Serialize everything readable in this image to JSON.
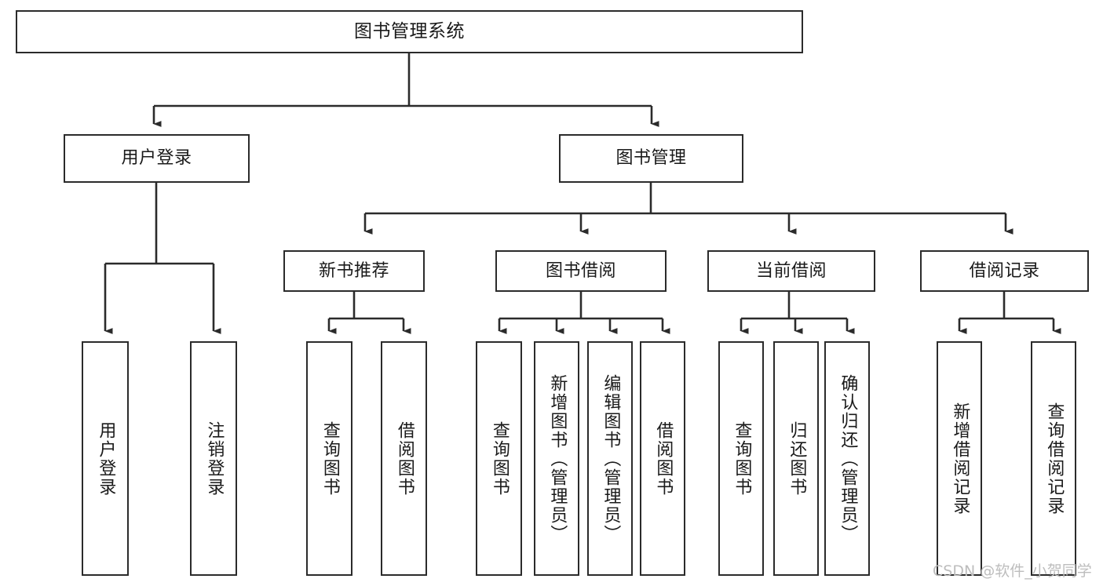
{
  "diagram": {
    "type": "tree-hierarchy",
    "title": "图书管理系统",
    "orientation": "top-down",
    "colors": {
      "box_border": "#2b2b2b",
      "box_fill": "#ffffff",
      "edge": "#2b2b2b",
      "text": "#1a1a1a",
      "watermark": "#bdbdbd",
      "background": "#ffffff"
    }
  },
  "nodes": {
    "root": {
      "label": "图书管理系统"
    },
    "level2": [
      {
        "id": "user-login",
        "label": "用户登录"
      },
      {
        "id": "book-manage",
        "label": "图书管理"
      }
    ],
    "level3": [
      {
        "id": "new-book-recommend",
        "label": "新书推荐"
      },
      {
        "id": "book-borrow",
        "label": "图书借阅"
      },
      {
        "id": "current-borrow",
        "label": "当前借阅"
      },
      {
        "id": "borrow-record",
        "label": "借阅记录"
      }
    ],
    "leaves": {
      "user_login": [
        {
          "id": "leaf-user-login",
          "label": "用户登录"
        },
        {
          "id": "leaf-logout-login",
          "label": "注销登录"
        }
      ],
      "new_book_recommend": [
        {
          "id": "leaf-query-book-1",
          "label": "查询图书"
        },
        {
          "id": "leaf-borrow-book-1",
          "label": "借阅图书"
        }
      ],
      "book_borrow": [
        {
          "id": "leaf-query-book-2",
          "label": "查询图书"
        },
        {
          "id": "leaf-add-book",
          "label": "新增图书（管理员）"
        },
        {
          "id": "leaf-edit-book",
          "label": "编辑图书（管理员）"
        },
        {
          "id": "leaf-borrow-book-2",
          "label": "借阅图书"
        }
      ],
      "current_borrow": [
        {
          "id": "leaf-query-book-3",
          "label": "查询图书"
        },
        {
          "id": "leaf-return-book",
          "label": "归还图书"
        },
        {
          "id": "leaf-confirm-return",
          "label": "确认归还（管理员）"
        }
      ],
      "borrow_record": [
        {
          "id": "leaf-add-record",
          "label": "新增借阅记录"
        },
        {
          "id": "leaf-query-record",
          "label": "查询借阅记录"
        }
      ]
    }
  },
  "watermark": {
    "text": "CSDN @软件_小贺同学"
  }
}
